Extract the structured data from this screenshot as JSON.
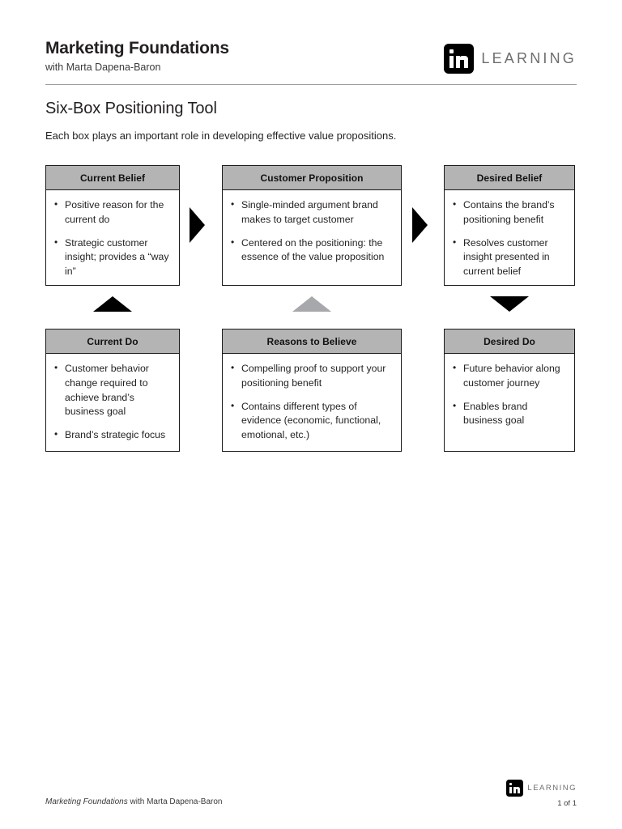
{
  "header": {
    "course_title": "Marketing Foundations",
    "course_author": "with Marta Dapena-Baron",
    "brand_word": "LEARNING",
    "brand_icon": "linkedin-in-logo"
  },
  "sheet": {
    "title": "Six-Box Positioning Tool",
    "subtitle": "Each box plays an important role in developing effective value propositions."
  },
  "boxes": [
    {
      "id": "current-belief",
      "heading": "Current Belief",
      "bullets": [
        "Positive reason for the current do",
        "Strategic customer insight; provides a “way in”"
      ]
    },
    {
      "id": "customer-proposition",
      "heading": "Customer Proposition",
      "bullets": [
        "Single-minded argument brand makes to target customer",
        "Centered on the positioning: the essence of the value proposition"
      ]
    },
    {
      "id": "desired-belief",
      "heading": "Desired Belief",
      "bullets": [
        "Contains the brand’s positioning benefit",
        "Resolves customer insight presented in current belief"
      ]
    },
    {
      "id": "current-do",
      "heading": "Current Do",
      "bullets": [
        "Customer behavior change required to achieve brand’s business goal",
        "Brand’s strategic focus"
      ]
    },
    {
      "id": "reasons-to-believe",
      "heading": "Reasons to Believe",
      "bullets": [
        "Compelling proof to support your positioning benefit",
        "Contains different types of evidence (economic, functional, emotional, etc.)"
      ]
    },
    {
      "id": "desired-do",
      "heading": "Desired Do",
      "bullets": [
        "Future behavior along customer journey",
        "Enables brand business goal"
      ]
    }
  ],
  "arrows": [
    {
      "id": "arrow-belief-to-proposition",
      "direction": "right",
      "color": "#000000"
    },
    {
      "id": "arrow-proposition-to-desired-belief",
      "direction": "right",
      "color": "#000000"
    },
    {
      "id": "arrow-current-do-to-current-belief",
      "direction": "up",
      "color": "#000000"
    },
    {
      "id": "arrow-reasons-to-proposition",
      "direction": "up",
      "color": "#a6a8ab"
    },
    {
      "id": "arrow-desired-belief-to-desired-do",
      "direction": "down",
      "color": "#000000"
    }
  ],
  "footer": {
    "course_title_italic": "Marketing Foundations",
    "course_author": " with Marta Dapena-Baron",
    "brand_word": "LEARNING",
    "page_number": "1 of 1"
  },
  "colors": {
    "box_header_fill": "#b4b4b4",
    "box_border": "#1a1a1a",
    "arrow_black": "#000000",
    "arrow_gray": "#a6a8ab",
    "rule": "#9b9b9b",
    "text": "#231f20"
  }
}
